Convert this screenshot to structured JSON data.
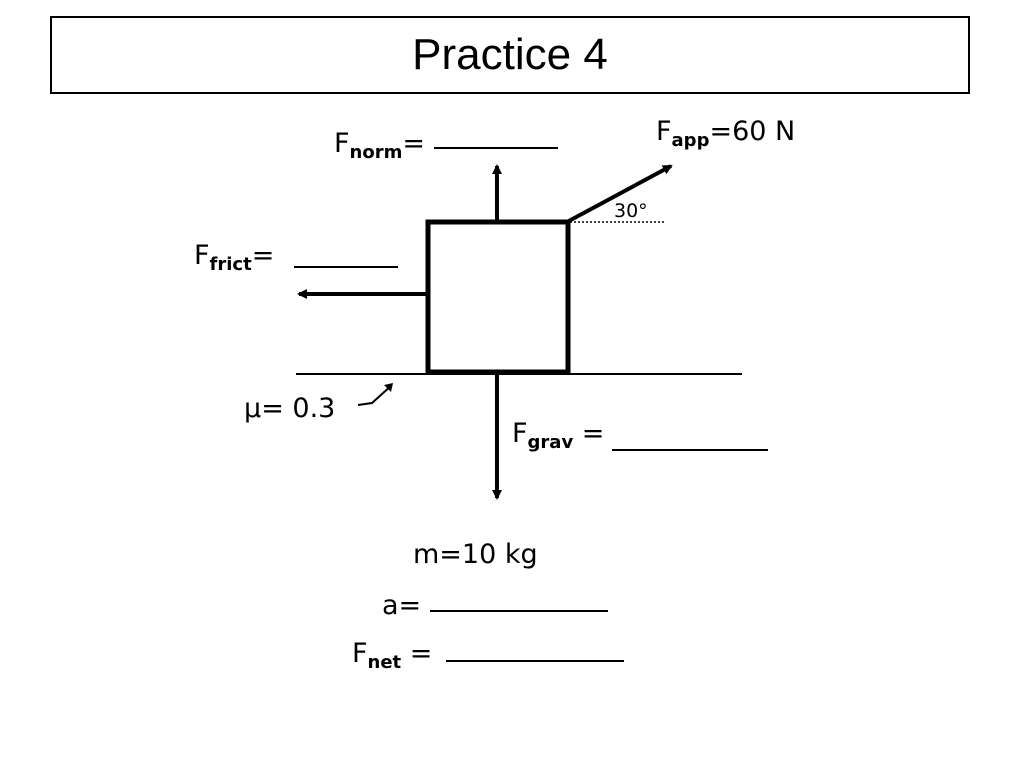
{
  "title": "Practice 4",
  "diagram": {
    "normal": {
      "symbol": "F",
      "subscript": "norm",
      "equals": "="
    },
    "applied": {
      "symbol": "F",
      "subscript": "app",
      "value": "=60 N"
    },
    "angle": "30°",
    "friction": {
      "symbol": "F",
      "subscript": "frict",
      "equals": "="
    },
    "mu": {
      "symbol": "μ",
      "value": "= 0.3"
    },
    "gravity": {
      "symbol": "F",
      "subscript": "grav",
      "equals": " ="
    },
    "mass": "m=10 kg",
    "accel": {
      "symbol": "a",
      "equals": "="
    },
    "net": {
      "symbol": "F",
      "subscript": "net",
      "equals": " ="
    }
  }
}
